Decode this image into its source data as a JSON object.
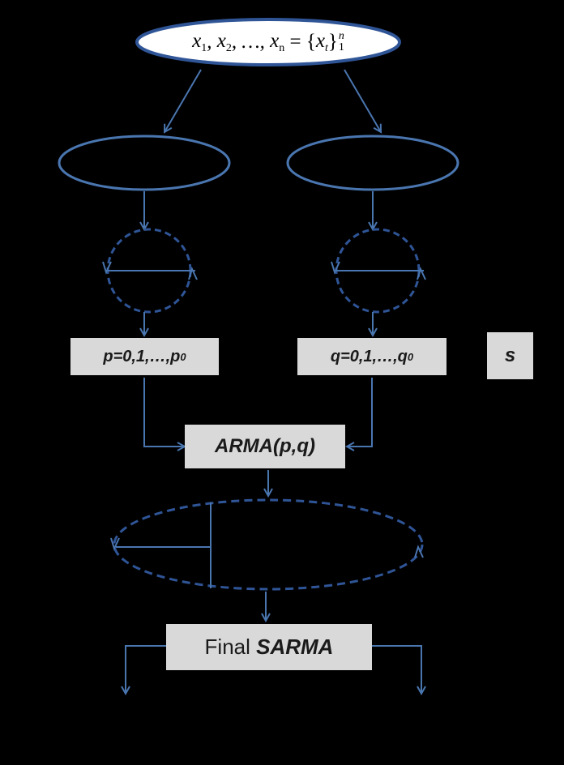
{
  "input": {
    "vars": [
      "x",
      "x",
      "x"
    ],
    "subs": [
      "1",
      "2",
      "n"
    ],
    "ellipsis": "…",
    "set_var": "x",
    "set_sub": "t",
    "set_lower": "1",
    "set_upper": "n"
  },
  "boxes": {
    "p_range": {
      "main": "p=0,1,…,p",
      "sub": "0"
    },
    "q_range": {
      "main": "q=0,1,…,q",
      "sub": "0"
    },
    "s_label": "s",
    "arma": "ARMA(p,q)",
    "final_prefix": "Final ",
    "final_model": "SARMA"
  },
  "colors": {
    "background": "#000000",
    "line": "#4a76b0",
    "box_fill": "#d9d9d9",
    "input_fill": "#ffffff"
  }
}
